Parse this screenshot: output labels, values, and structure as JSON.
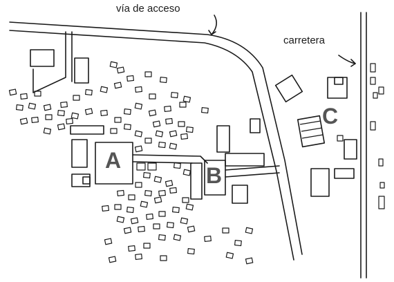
{
  "labels": {
    "access_road": "vía de acceso",
    "highway": "carretera",
    "zone_a": "A",
    "zone_b": "B",
    "zone_c": "C"
  },
  "colors": {
    "ink": "#1a1a1a",
    "zone_letter": "#555555",
    "background": "#ffffff"
  }
}
